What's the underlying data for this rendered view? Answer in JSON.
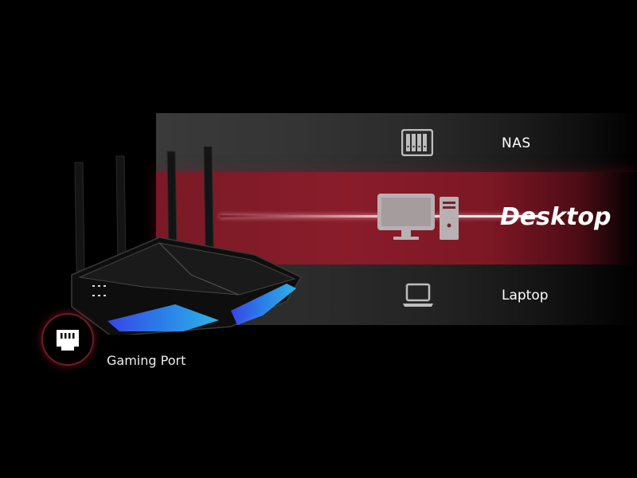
{
  "devices": {
    "nas": {
      "label": "NAS",
      "icon": "nas-icon"
    },
    "desktop": {
      "label": "Desktop",
      "icon": "desktop-computer-icon"
    },
    "laptop": {
      "label": "Laptop",
      "icon": "laptop-icon"
    }
  },
  "gaming_port": {
    "label": "Gaming Port",
    "icon": "ethernet-port-icon"
  },
  "colors": {
    "highlight": "#8a1c2a",
    "background": "#000000"
  }
}
